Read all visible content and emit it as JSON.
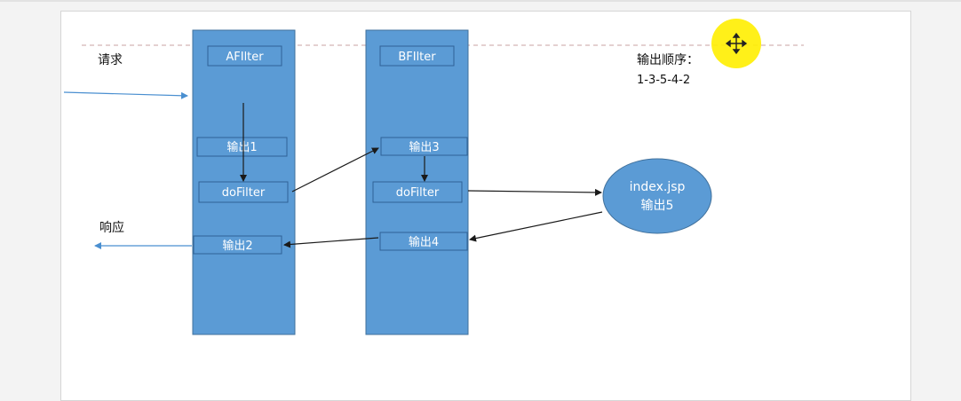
{
  "labels": {
    "request": "请求",
    "response": "响应",
    "order_title": "输出顺序：",
    "order_sequence": "1-3-5-4-2"
  },
  "filter_a": {
    "name": "AFIlter",
    "output_before": "输出1",
    "do_filter": "doFilter",
    "output_after": "输出2"
  },
  "filter_b": {
    "name": "BFIlter",
    "output_before": "输出3",
    "do_filter": "doFilter",
    "output_after": "输出4"
  },
  "target": {
    "name": "index.jsp",
    "output": "输出5"
  },
  "colors": {
    "filter_fill": "#5b9bd5",
    "filter_border": "#41719c",
    "box_border": "#2f6296",
    "arrow": "#1a1a1a",
    "request_arrow": "#4a8fd0",
    "dashed_line": "#c9a0a0",
    "cursor_highlight": "#ffee00"
  },
  "icons": {
    "cursor": "move-cursor-icon"
  }
}
